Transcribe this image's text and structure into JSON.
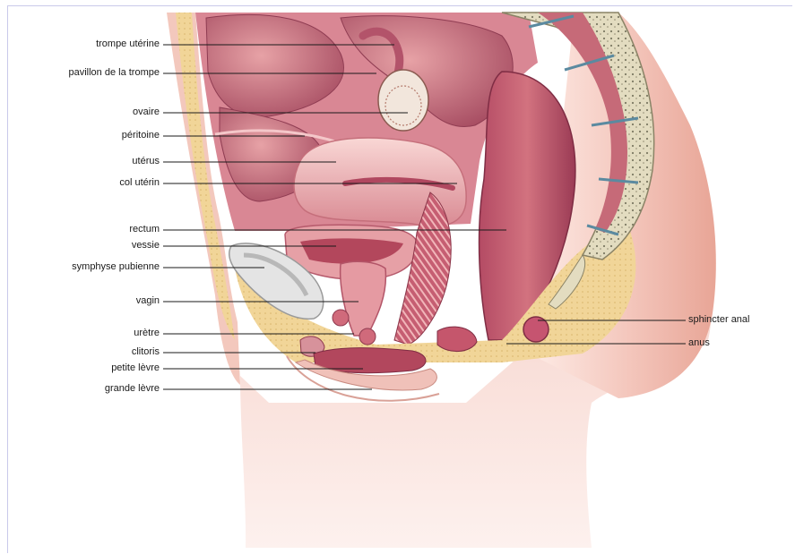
{
  "labels_left": [
    {
      "key": "trompe_uterine",
      "text": "trompe utérine"
    },
    {
      "key": "pavillon",
      "text": "pavillon de la trompe"
    },
    {
      "key": "ovaire",
      "text": "ovaire"
    },
    {
      "key": "peritoine",
      "text": "péritoine"
    },
    {
      "key": "uterus",
      "text": "utérus"
    },
    {
      "key": "col_uterin",
      "text": "col utérin"
    },
    {
      "key": "rectum",
      "text": "rectum"
    },
    {
      "key": "vessie",
      "text": "vessie"
    },
    {
      "key": "symphyse",
      "text": "symphyse pubienne"
    },
    {
      "key": "vagin",
      "text": "vagin"
    },
    {
      "key": "uretre",
      "text": "urètre"
    },
    {
      "key": "clitoris",
      "text": "clitoris"
    },
    {
      "key": "petite_levre",
      "text": "petite lèvre"
    },
    {
      "key": "grande_levre",
      "text": "grande lèvre"
    }
  ],
  "labels_right": [
    {
      "key": "sphincter",
      "text": "sphincter anal"
    },
    {
      "key": "anus",
      "text": "anus"
    }
  ],
  "colors": {
    "skin": "#f2c7bf",
    "muscle": "#c7647a",
    "fat": "#f0d39a",
    "bone": "#d9d2b4",
    "leader_line": "#1a1a1a",
    "frame": "#c9c9ea"
  }
}
